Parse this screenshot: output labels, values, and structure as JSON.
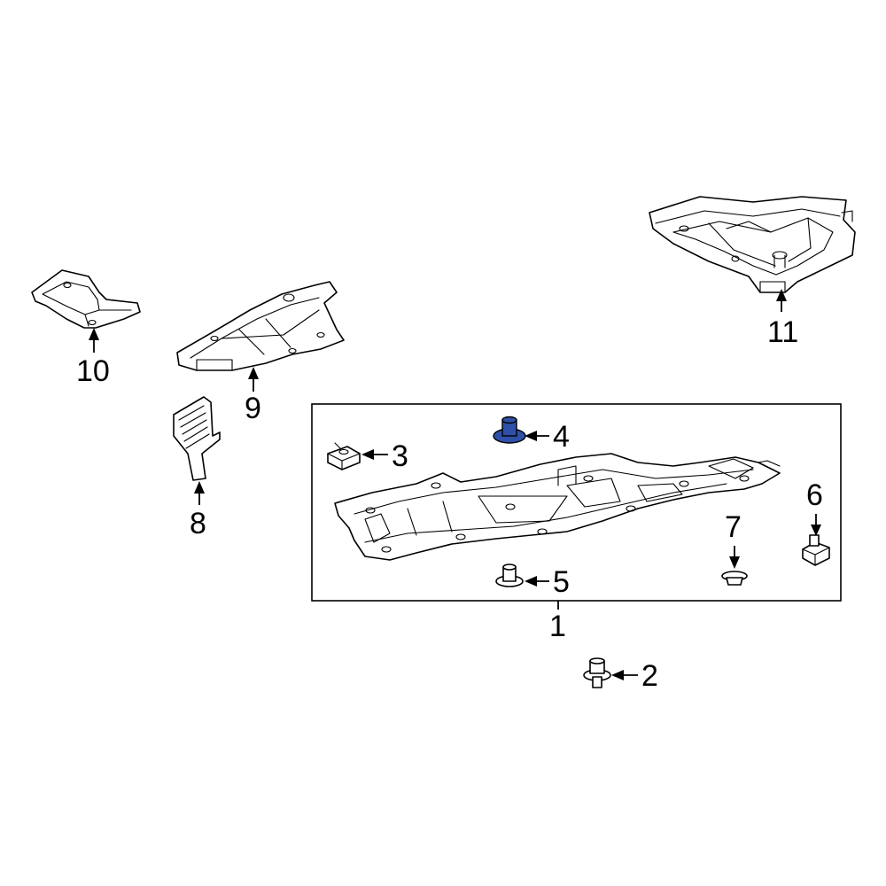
{
  "diagram": {
    "callouts": {
      "p1": "1",
      "p2": "2",
      "p3": "3",
      "p4": "4",
      "p5": "5",
      "p6": "6",
      "p7": "7",
      "p8": "8",
      "p9": "9",
      "p10": "10",
      "p11": "11"
    },
    "highlighted_part": "4",
    "highlight_color": "#2f50a8",
    "line_color": "#000000",
    "background": "#ffffff",
    "icons": [
      "bolt-icon",
      "clip-icon",
      "retainer-icon",
      "fastener-icon"
    ]
  }
}
